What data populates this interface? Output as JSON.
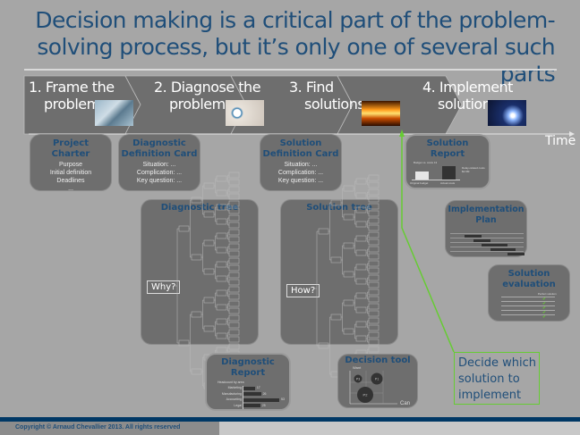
{
  "title": "Decision making is a critical part of the problem-solving process, but it’s only one of several such parts",
  "title_lines": [
    "Decision making is a critical part of the problem-",
    "solving process, but it’s only one of several such parts"
  ],
  "steps": [
    {
      "line1": "1. Frame the",
      "line2": "problem",
      "icon": "question-marks-photo"
    },
    {
      "line1": "2. Diagnose the",
      "line2": "problem",
      "icon": "stethoscope-photo"
    },
    {
      "line1": "3. Find",
      "line2": "solutions",
      "icon": "light-bulbs-photo"
    },
    {
      "line1": "4. Implement",
      "line2": "solution",
      "icon": "welder-photo"
    }
  ],
  "time_label": "Time",
  "cards": {
    "project_charter": {
      "title1": "Project",
      "title2": "Charter",
      "lines": [
        "Purpose",
        "Initial definition",
        "Deadlines",
        "..."
      ]
    },
    "diagnostic_definition": {
      "title1": "Diagnostic",
      "title2": "Definition Card",
      "lines": [
        "Situation: ...",
        "Complication: ...",
        "Key question: ..."
      ]
    },
    "solution_definition": {
      "title1": "Solution",
      "title2": "Definition Card",
      "lines": [
        "Situation: ...",
        "Complication: ...",
        "Key question: ..."
      ]
    },
    "solution_report": {
      "title1": "Solution",
      "title2": "Report",
      "chart_title": "Budget vs. costs 13",
      "bar1": "Original budget",
      "bar2": "Actual costs",
      "note": "Delay-related costs $2.9M"
    },
    "diagnostic_tree": {
      "title": "Diagnostic tree",
      "root": "Why?"
    },
    "solution_tree": {
      "title": "Solution tree",
      "root": "How?"
    },
    "implementation_plan": {
      "title1": "Implementation",
      "title2": "Plan"
    },
    "solution_evaluation": {
      "title1": "Solution",
      "title2": "evaluation",
      "column": "Perfect solution"
    },
    "diagnostic_report": {
      "title1": "Diagnostic",
      "title2": "Report",
      "chart_title": "Headcount by area",
      "bars": [
        {
          "label": "Marketing",
          "value": 17
        },
        {
          "label": "Manufacturing",
          "value": 26
        },
        {
          "label": "Accounting",
          "value": 53
        },
        {
          "label": "Legal",
          "value": 25
        }
      ]
    },
    "decision_tool": {
      "title": "Decision tool",
      "y_axis": "Want",
      "x_axis": "Can",
      "bubbles": [
        "P3",
        "P1",
        "P2"
      ]
    }
  },
  "callout": "Decide which solution to implement",
  "callout_lines": [
    "Decide which",
    "solution to",
    "implement"
  ],
  "footer": "Copyright © Arnaud Chevallier 2013. All rights reserved",
  "colors": {
    "accent": "#1f4e79",
    "callout": "#66cc33",
    "footer_bar": "#003865"
  }
}
